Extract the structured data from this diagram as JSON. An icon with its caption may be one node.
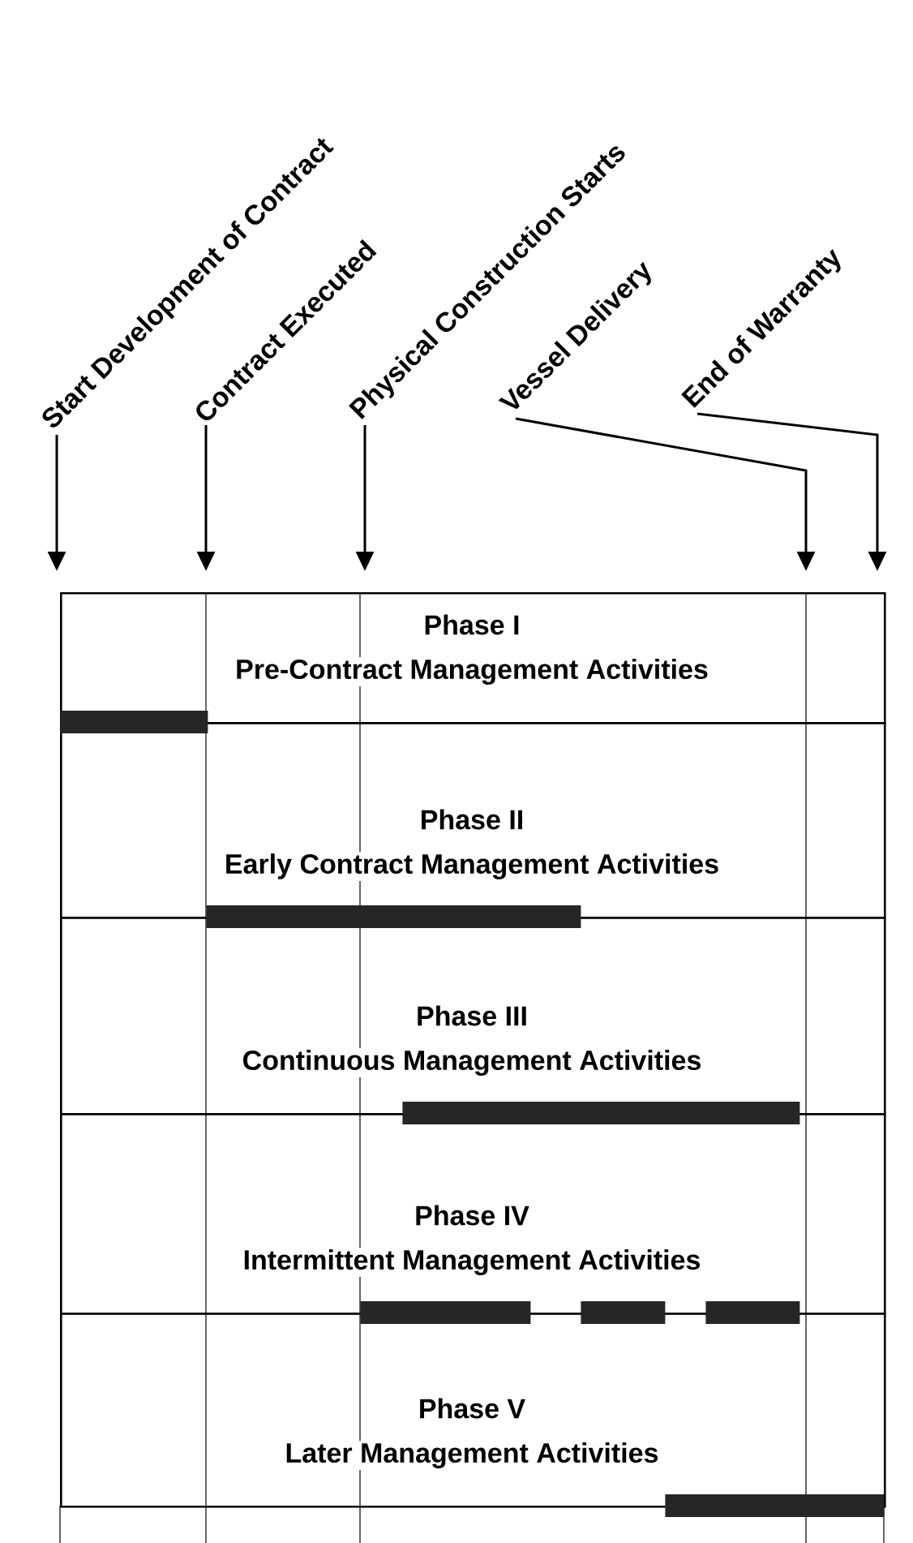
{
  "diagram": {
    "nodes": [
      {
        "text": [
          "Start Development of Contract"
        ]
      },
      {
        "text": [
          "Contract Executed"
        ]
      },
      {
        "text": [
          "Physical Construction Starts"
        ]
      },
      {
        "text": [
          "Vessel Delivery"
        ]
      },
      {
        "text": [
          "End of Warranty"
        ]
      },
      {
        "text": [
          "Phase I",
          "Pre-Contract Management Activities"
        ]
      },
      {
        "text": [
          "Phase II",
          "Early Contract Management Activities"
        ]
      },
      {
        "text": [
          "Phase III",
          "Continuous Management Activities"
        ]
      },
      {
        "text": [
          "Phase IV",
          "Intermittent Management Activities"
        ]
      },
      {
        "text": [
          "Phase V",
          "Later Management Activities"
        ]
      },
      {
        "text": [],
        "shape": "bar"
      },
      {
        "text": [],
        "shape": "bar"
      },
      {
        "text": [],
        "shape": "bar"
      },
      {
        "text": [],
        "shape": "bar"
      },
      {
        "text": [],
        "shape": "bar"
      },
      {
        "text": [],
        "shape": "bar"
      },
      {
        "text": [],
        "shape": "bar"
      }
    ],
    "edges": [
      {
        "from": 0,
        "to": null,
        "arrow": "to"
      },
      {
        "from": 1,
        "to": null,
        "arrow": "to"
      },
      {
        "from": 2,
        "to": null,
        "arrow": "to"
      },
      {
        "from": 3,
        "to": null,
        "arrow": "to"
      },
      {
        "from": 4,
        "to": null,
        "arrow": "to"
      }
    ]
  }
}
